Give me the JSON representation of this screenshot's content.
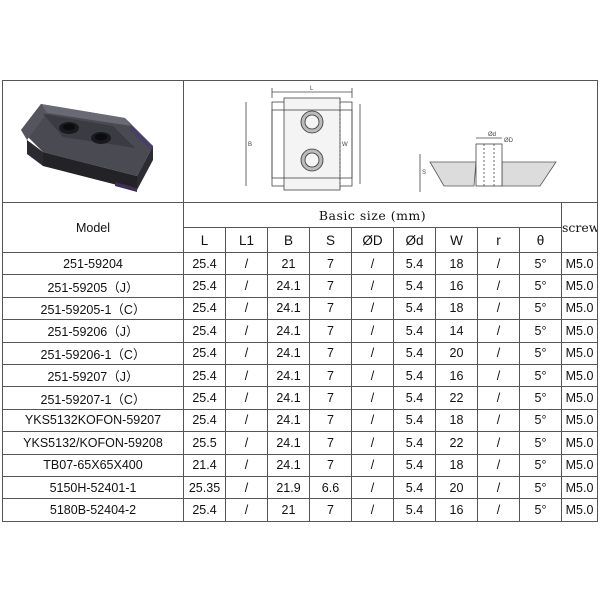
{
  "header": {
    "model_label": "Model",
    "basic_size_label": "Basic size (mm)",
    "screw_label": "screw",
    "columns": [
      "L",
      "L1",
      "B",
      "S",
      "ØD",
      "Ød",
      "W",
      "r",
      "θ"
    ]
  },
  "drawing_labels": {
    "top_L": "L",
    "side_B": "B",
    "side_W": "W",
    "side_d": "Ød",
    "section_S": "S",
    "section_D": "ØD"
  },
  "rows": [
    {
      "model": "251-59204",
      "L": "25.4",
      "L1": "/",
      "B": "21",
      "S": "7",
      "D": "/",
      "d": "5.4",
      "W": "18",
      "r": "/",
      "theta": "5°",
      "screw": "M5.0"
    },
    {
      "model": "251-59205（J）",
      "L": "25.4",
      "L1": "/",
      "B": "24.1",
      "S": "7",
      "D": "/",
      "d": "5.4",
      "W": "16",
      "r": "/",
      "theta": "5°",
      "screw": "M5.0"
    },
    {
      "model": "251-59205-1（C）",
      "L": "25.4",
      "L1": "/",
      "B": "24.1",
      "S": "7",
      "D": "/",
      "d": "5.4",
      "W": "18",
      "r": "/",
      "theta": "5°",
      "screw": "M5.0"
    },
    {
      "model": "251-59206（J）",
      "L": "25.4",
      "L1": "/",
      "B": "24.1",
      "S": "7",
      "D": "/",
      "d": "5.4",
      "W": "14",
      "r": "/",
      "theta": "5°",
      "screw": "M5.0"
    },
    {
      "model": "251-59206-1（C）",
      "L": "25.4",
      "L1": "/",
      "B": "24.1",
      "S": "7",
      "D": "/",
      "d": "5.4",
      "W": "20",
      "r": "/",
      "theta": "5°",
      "screw": "M5.0"
    },
    {
      "model": "251-59207（J）",
      "L": "25.4",
      "L1": "/",
      "B": "24.1",
      "S": "7",
      "D": "/",
      "d": "5.4",
      "W": "16",
      "r": "/",
      "theta": "5°",
      "screw": "M5.0"
    },
    {
      "model": "251-59207-1（C）",
      "L": "25.4",
      "L1": "/",
      "B": "24.1",
      "S": "7",
      "D": "/",
      "d": "5.4",
      "W": "22",
      "r": "/",
      "theta": "5°",
      "screw": "M5.0"
    },
    {
      "model": "YKS5132KOFON-59207",
      "L": "25.4",
      "L1": "/",
      "B": "24.1",
      "S": "7",
      "D": "/",
      "d": "5.4",
      "W": "18",
      "r": "/",
      "theta": "5°",
      "screw": "M5.0"
    },
    {
      "model": "YKS5132/KOFON-59208",
      "L": "25.5",
      "L1": "/",
      "B": "24.1",
      "S": "7",
      "D": "/",
      "d": "5.4",
      "W": "22",
      "r": "/",
      "theta": "5°",
      "screw": "M5.0"
    },
    {
      "model": "TB07-65X65X400",
      "L": "21.4",
      "L1": "/",
      "B": "24.1",
      "S": "7",
      "D": "/",
      "d": "5.4",
      "W": "18",
      "r": "/",
      "theta": "5°",
      "screw": "M5.0"
    },
    {
      "model": "5150H-52401-1",
      "L": "25.35",
      "L1": "/",
      "B": "21.9",
      "S": "6.6",
      "D": "/",
      "d": "5.4",
      "W": "20",
      "r": "/",
      "theta": "5°",
      "screw": "M5.0"
    },
    {
      "model": "5180B-52404-2",
      "L": "25.4",
      "L1": "/",
      "B": "21",
      "S": "7",
      "D": "/",
      "d": "5.4",
      "W": "16",
      "r": "/",
      "theta": "5°",
      "screw": "M5.0"
    }
  ]
}
